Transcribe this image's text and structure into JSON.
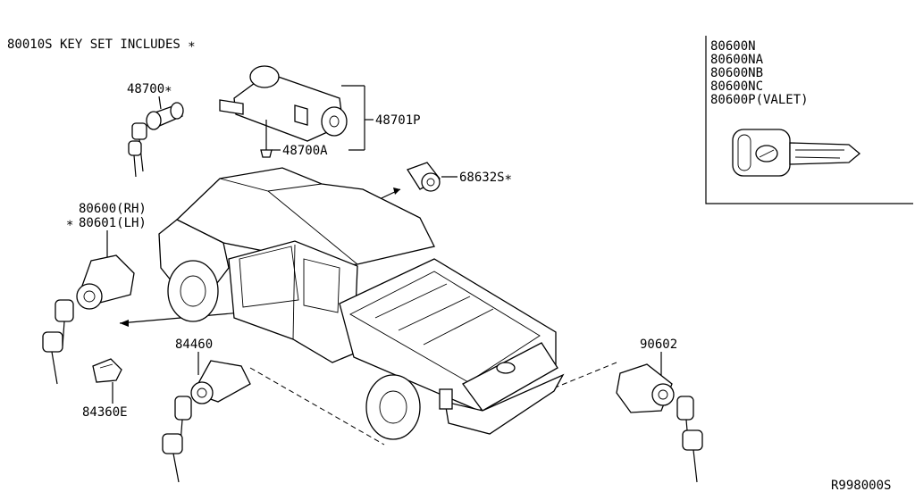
{
  "header": {
    "key_set_note": "80010S KEY SET INCLUDES ∗"
  },
  "legend_box": {
    "parts": [
      "80600N",
      "80600NA",
      "80600NB",
      "80600NC",
      "80600P(VALET)"
    ]
  },
  "callouts": {
    "p48700": "48700∗",
    "p48701P": "48701P",
    "p48700A": "48700A",
    "p68632S": "68632S∗",
    "p80600": "80600(RH)",
    "p80601": "80601(LH)",
    "asterisk": "∗",
    "p84460": "84460",
    "p84360E": "84360E",
    "p90602": "90602"
  },
  "footer": {
    "diagram_code": "R998000S"
  },
  "colors": {
    "line": "#000000",
    "background": "#ffffff"
  },
  "icons": [
    "lock-cylinder-icon",
    "key-icon",
    "truck-icon",
    "clip-icon",
    "screw-icon"
  ]
}
